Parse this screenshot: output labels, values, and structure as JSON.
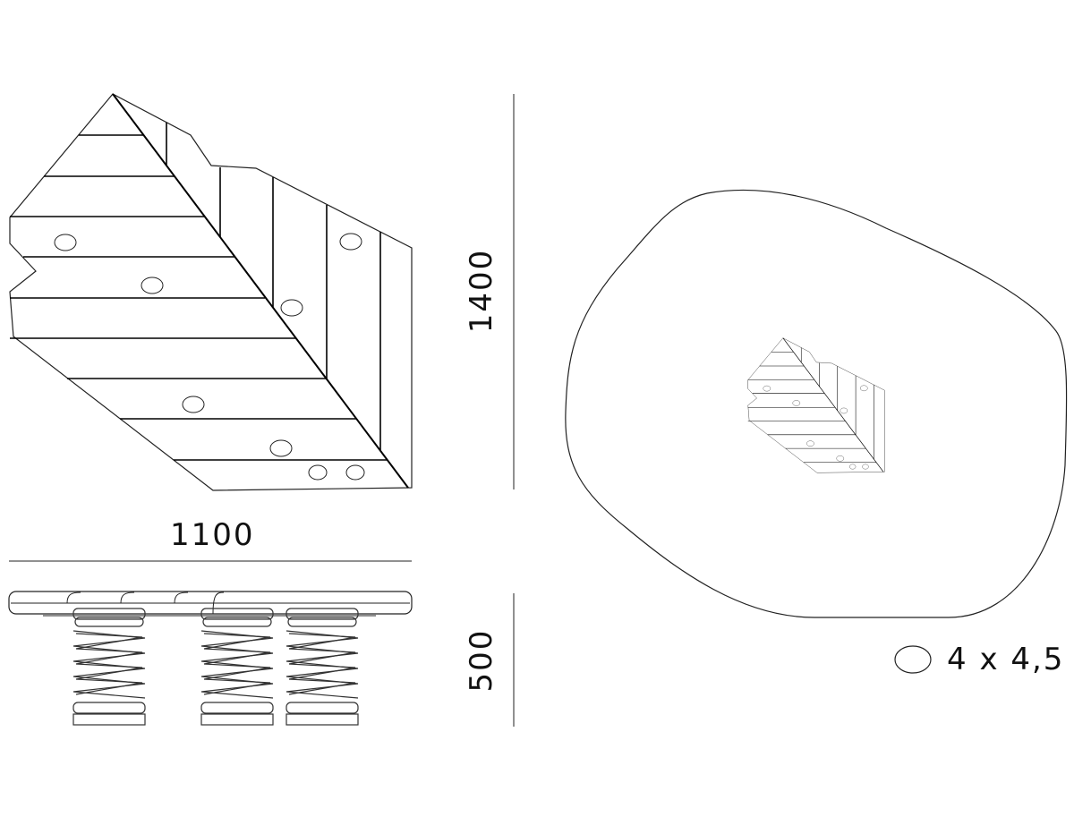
{
  "dimensions": {
    "width": "1100",
    "depth": "1400",
    "height": "500"
  },
  "legend": {
    "label": "4 x 4,5",
    "icon": "ellipse-area-icon"
  }
}
